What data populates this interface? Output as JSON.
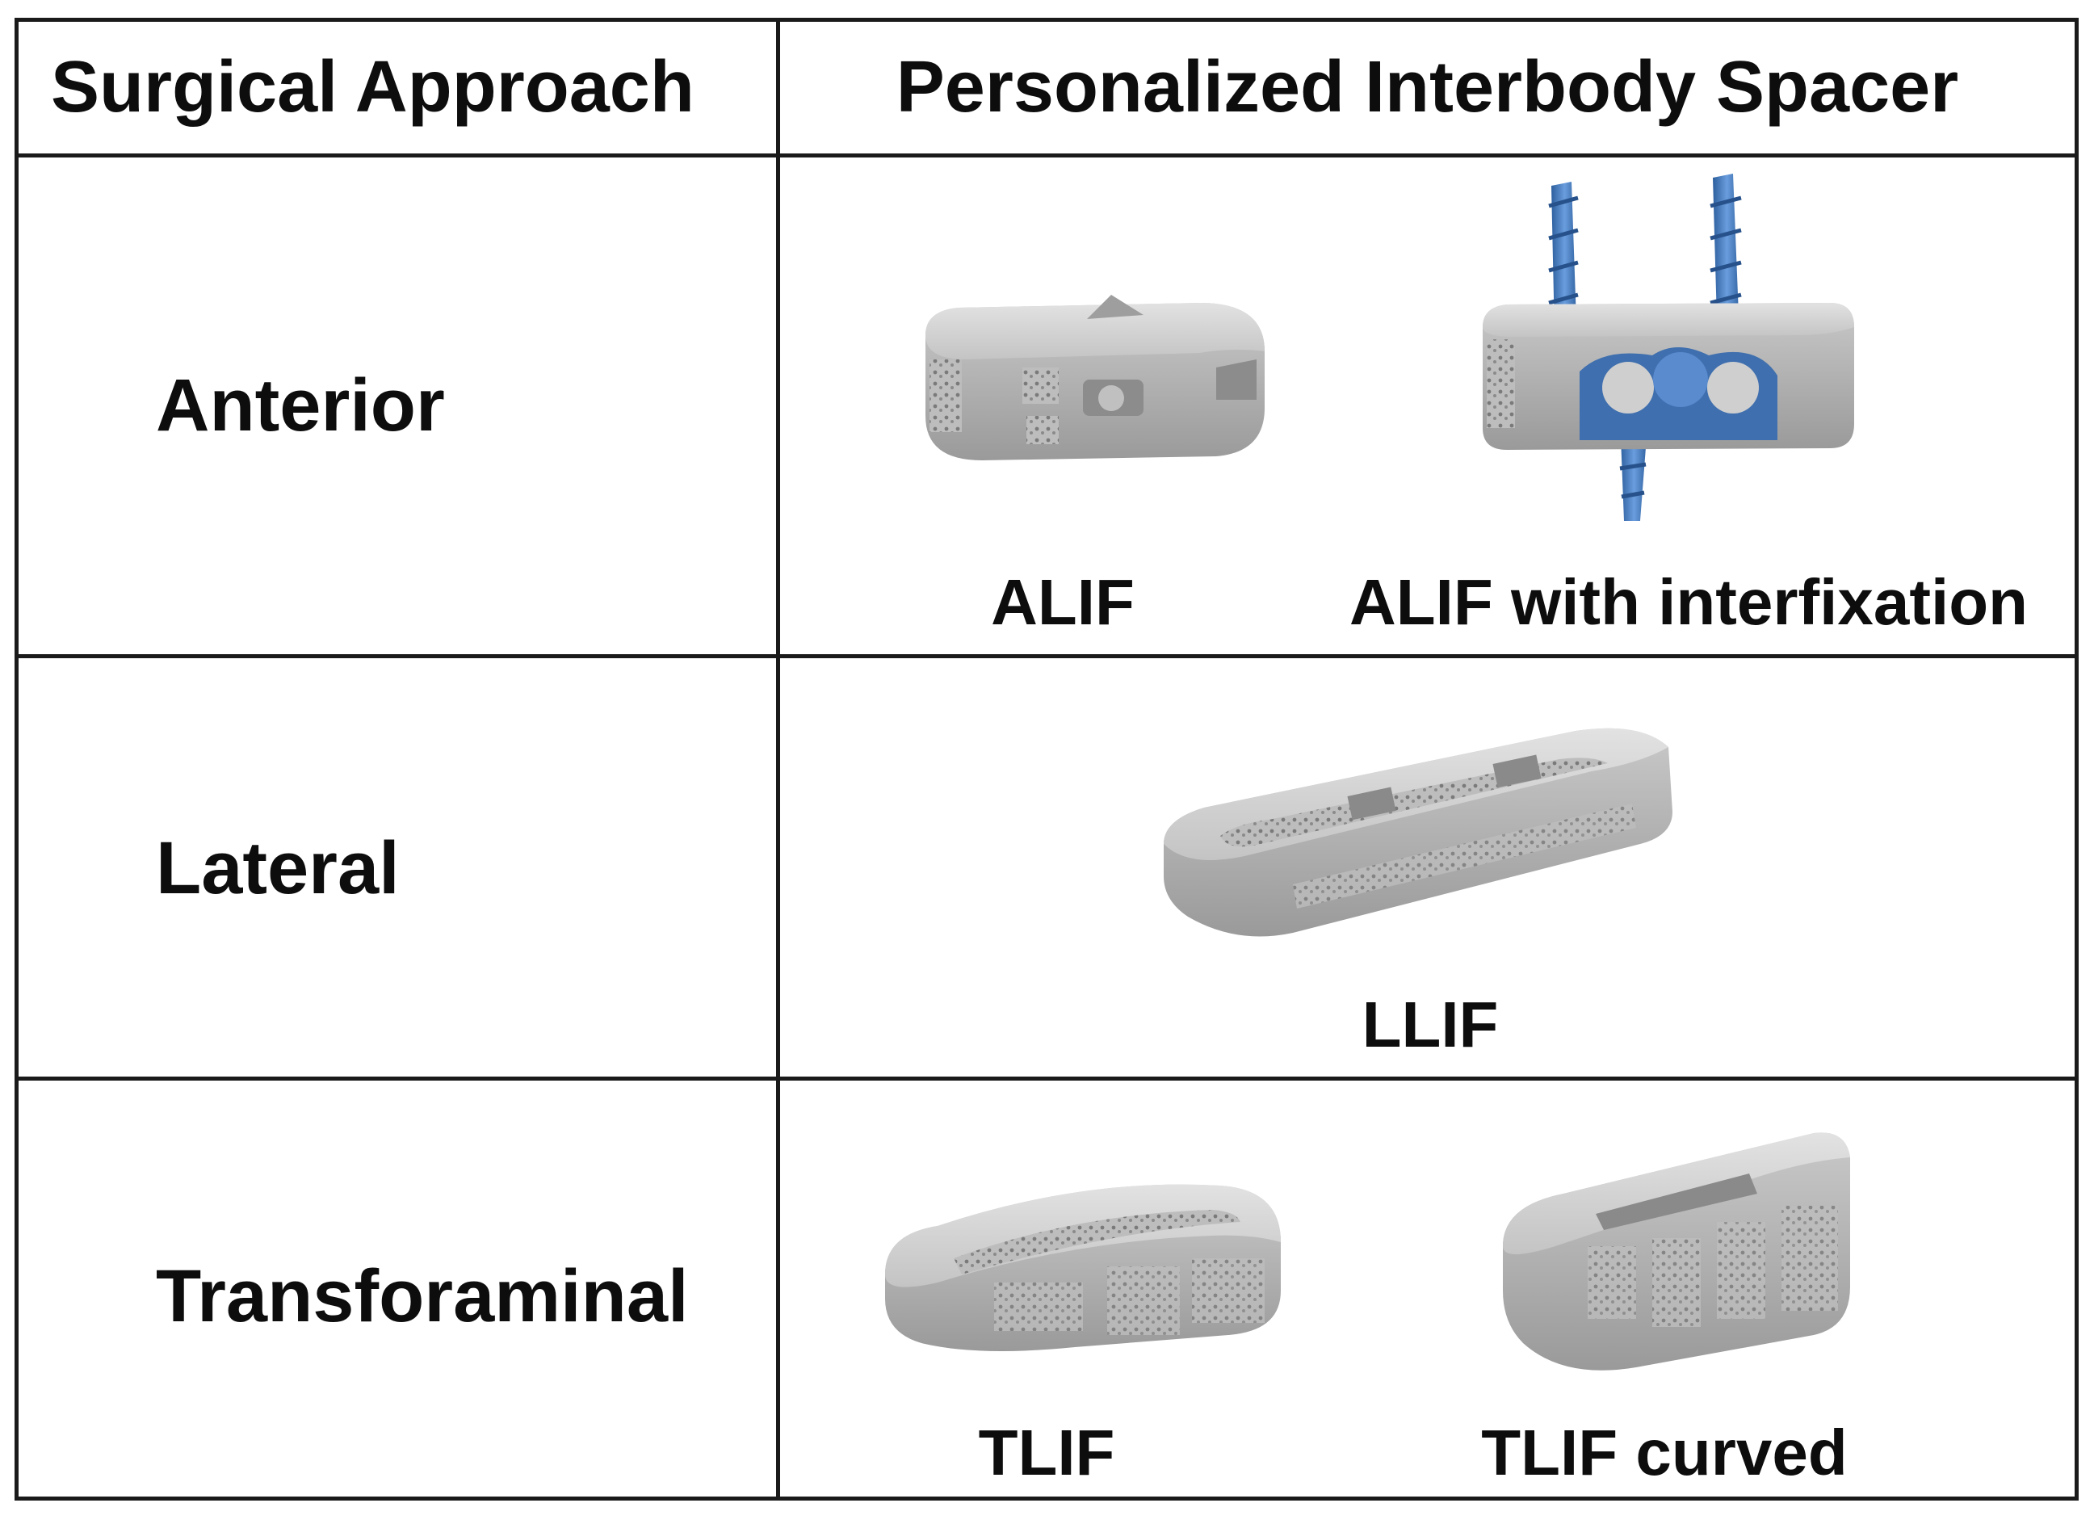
{
  "headers": {
    "approach": "Surgical Approach",
    "spacer": "Personalized Interbody Spacer"
  },
  "rows": [
    {
      "approach": "Anterior",
      "implants": [
        {
          "label": "ALIF",
          "icon": "alif-spacer-icon"
        },
        {
          "label": "ALIF with interfixation",
          "icon": "alif-interfixation-spacer-icon"
        }
      ]
    },
    {
      "approach": "Lateral",
      "implants": [
        {
          "label": "LLIF",
          "icon": "llif-spacer-icon"
        }
      ]
    },
    {
      "approach": "Transforaminal",
      "implants": [
        {
          "label": "TLIF",
          "icon": "tlif-spacer-icon"
        },
        {
          "label": "TLIF curved",
          "icon": "tlif-curved-spacer-icon"
        }
      ]
    }
  ],
  "colors": {
    "implant_gray": "#b9b9b9",
    "screw_blue": "#4a7fc4",
    "border": "#1a1a1a"
  }
}
